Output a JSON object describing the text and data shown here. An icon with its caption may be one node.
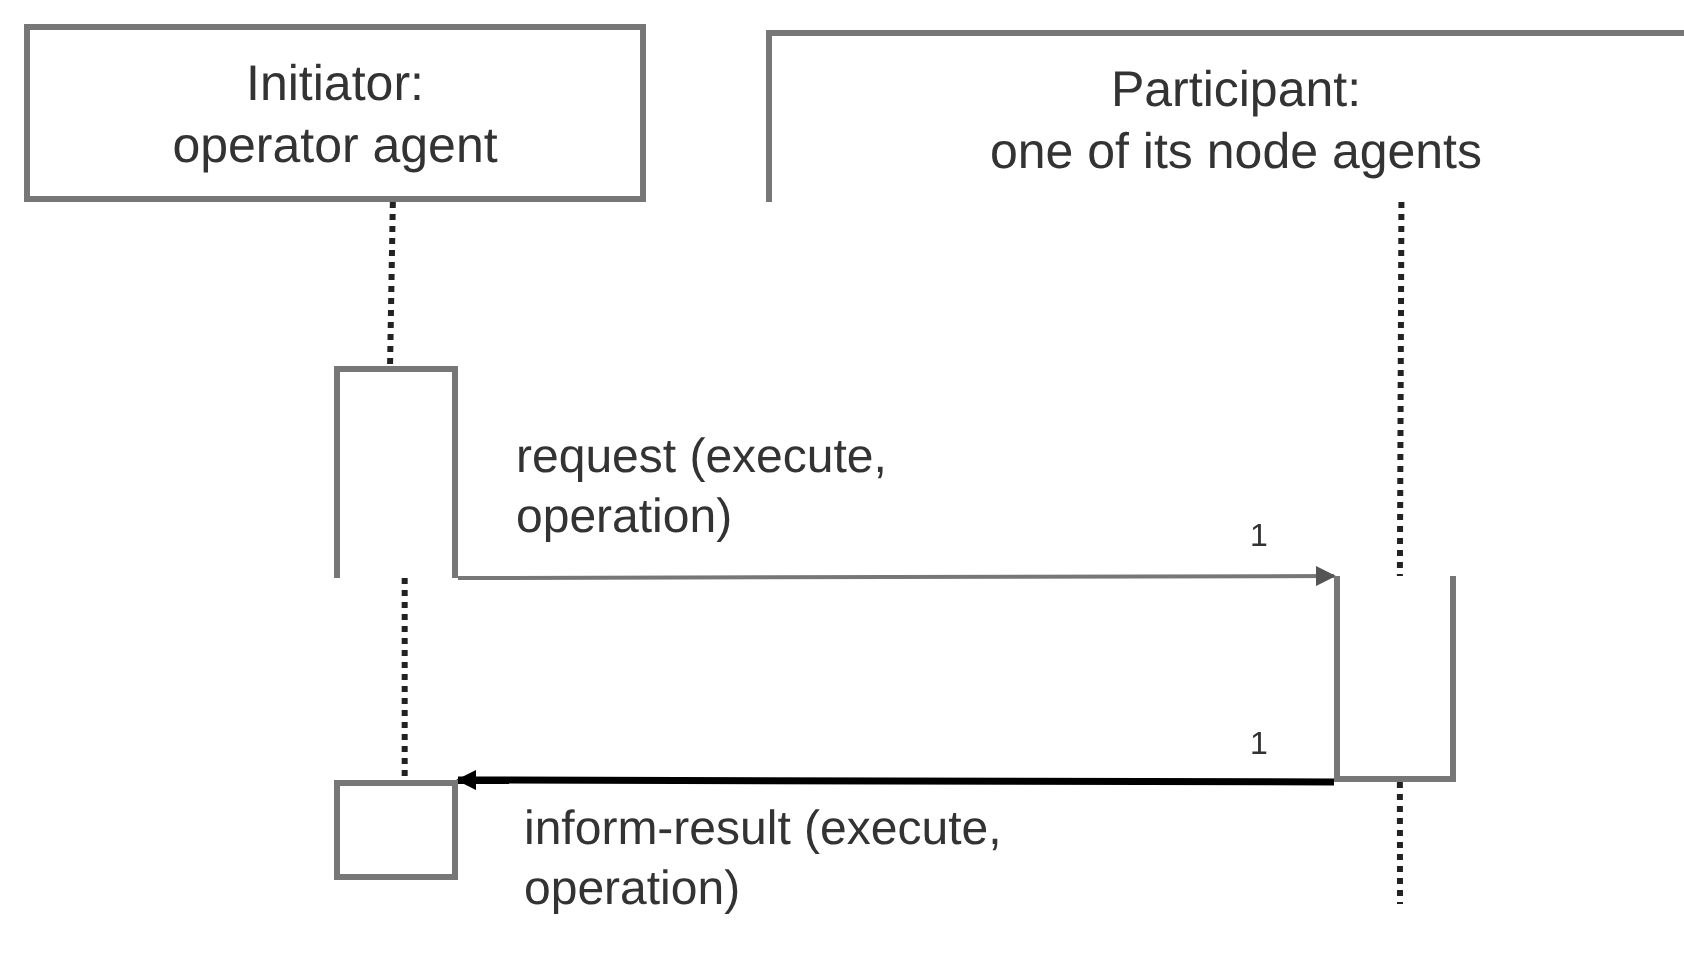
{
  "diagram": {
    "nodes": [
      {
        "text": [
          "Initiator:",
          "operator agent"
        ]
      },
      {
        "text": [
          "Participant:",
          "one of its node agents"
        ]
      },
      {
        "text": [],
        "shape": "bar"
      },
      {
        "text": [],
        "shape": "bar"
      },
      {
        "text": [],
        "shape": "bar"
      }
    ],
    "edges": [
      {
        "from": 0,
        "to": 2,
        "arrow": "none",
        "style": "dashed"
      },
      {
        "from": 2,
        "to": 3,
        "arrow": "to",
        "label": "request (execute, operation)"
      },
      {
        "from": 3,
        "to": 4,
        "arrow": "to",
        "label": "inform-result (execute, operation)",
        "color": "#000000"
      },
      {
        "from": 1,
        "to": 3,
        "arrow": "none",
        "style": "dashed"
      },
      {
        "from": 3,
        "to": null,
        "arrow": "none",
        "style": "dashed"
      },
      {
        "from": 2,
        "to": 4,
        "arrow": "none",
        "style": "dashed"
      }
    ],
    "labels": [
      "1",
      "1"
    ]
  }
}
